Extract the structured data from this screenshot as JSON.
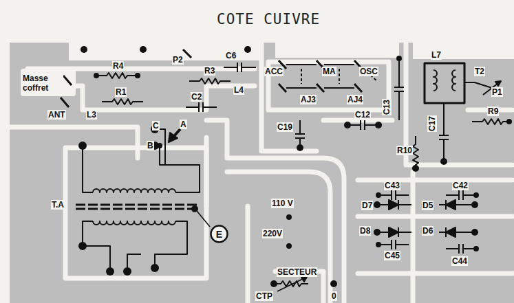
{
  "diagram": {
    "title": "COTE CUIVRE",
    "nodes": [
      {
        "text": [
          "E"
        ]
      }
    ],
    "labels": [
      "Masse coffret",
      "R4",
      "P2",
      "C6",
      "R3",
      "L4",
      "R1",
      "C2",
      "ANT",
      "L3",
      "ACC",
      "MA",
      "OSC",
      "AJ3",
      "AJ4",
      "C13",
      "L7",
      "T2",
      "P1",
      "C19",
      "C12",
      "C17",
      "R9",
      "R10",
      "C",
      "A",
      "B",
      "T.A",
      "110 V",
      "220V",
      "C43",
      "C42",
      "D7",
      "D5",
      "D8",
      "D6",
      "C45",
      "C44",
      "SECTEUR",
      "CTP",
      "0"
    ]
  }
}
